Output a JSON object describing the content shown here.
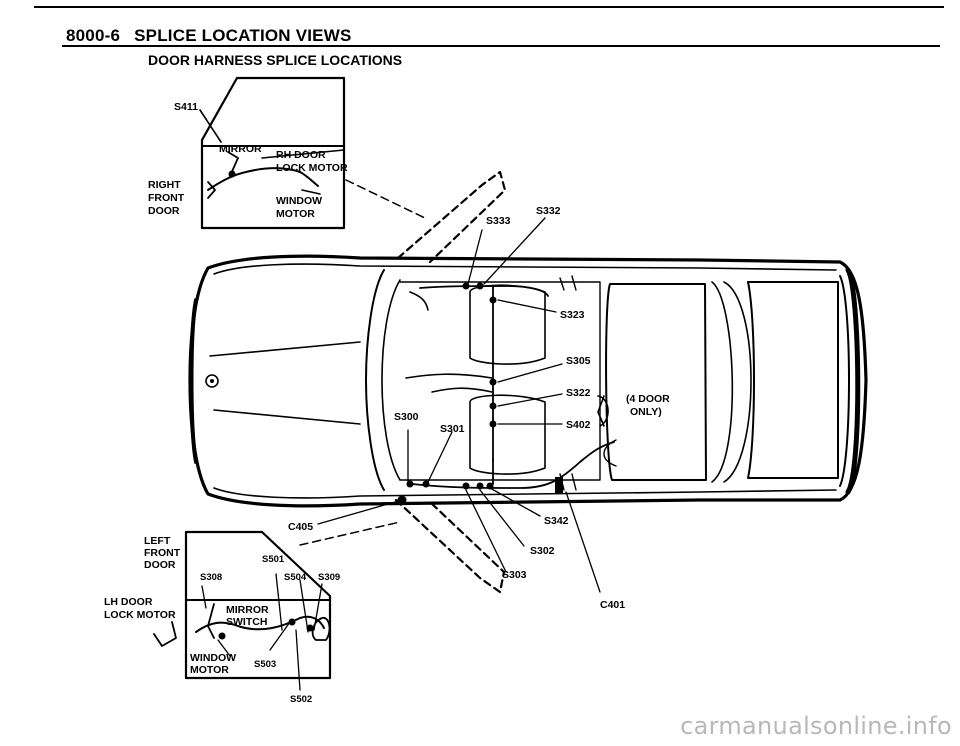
{
  "header": {
    "section": "8000-6",
    "title": "SPLICE LOCATION VIEWS"
  },
  "subtitle": "DOOR HARNESS SPLICE LOCATIONS",
  "right_door": {
    "side_label": [
      "RIGHT",
      "FRONT",
      "DOOR"
    ],
    "splice": "S411",
    "mirror": "MIRROR",
    "lock_motor": [
      "RH DOOR",
      "LOCK MOTOR"
    ],
    "window_motor": [
      "WINDOW",
      "MOTOR"
    ]
  },
  "car": {
    "splices": {
      "s333": "S333",
      "s332": "S332",
      "s323": "S323",
      "s305": "S305",
      "s322": "S322",
      "s402": "S402",
      "s300": "S300",
      "s301": "S301",
      "s342": "S342",
      "s302": "S302",
      "s303": "S303"
    },
    "connectors": {
      "c405": "C405",
      "c401": "C401"
    },
    "four_door_note": [
      "(4 DOOR",
      "ONLY)"
    ]
  },
  "left_door": {
    "side_label": [
      "LEFT",
      "FRONT",
      "DOOR"
    ],
    "lock_motor": [
      "LH DOOR",
      "LOCK MOTOR"
    ],
    "splices": {
      "s308": "S308",
      "s501": "S501",
      "s504": "S504",
      "s309": "S309",
      "s503": "S503",
      "s502": "S502"
    },
    "mirror_switch": [
      "MIRROR",
      "SWITCH"
    ],
    "window_motor": [
      "WINDOW",
      "MOTOR"
    ]
  },
  "watermark": "carmanualsonline.info"
}
